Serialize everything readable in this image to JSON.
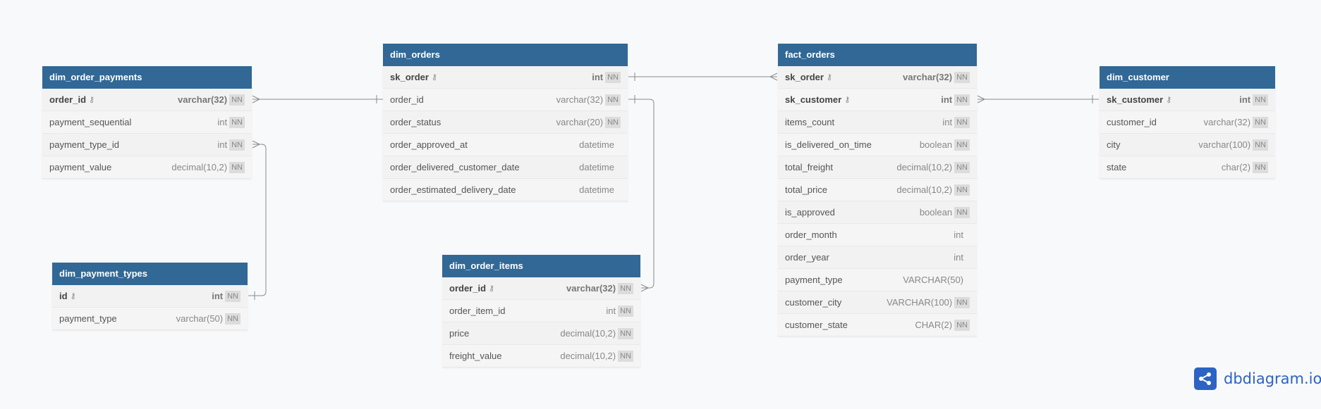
{
  "tables": [
    {
      "id": "dim_order_payments",
      "title": "dim_order_payments",
      "columns": [
        {
          "name": "order_id",
          "type": "varchar(32)",
          "pk": true,
          "nn": true
        },
        {
          "name": "payment_sequential",
          "type": "int",
          "pk": false,
          "nn": true
        },
        {
          "name": "payment_type_id",
          "type": "int",
          "pk": false,
          "nn": true
        },
        {
          "name": "payment_value",
          "type": "decimal(10,2)",
          "pk": false,
          "nn": true
        }
      ]
    },
    {
      "id": "dim_orders",
      "title": "dim_orders",
      "columns": [
        {
          "name": "sk_order",
          "type": "int",
          "pk": true,
          "nn": true
        },
        {
          "name": "order_id",
          "type": "varchar(32)",
          "pk": false,
          "nn": true
        },
        {
          "name": "order_status",
          "type": "varchar(20)",
          "pk": false,
          "nn": true
        },
        {
          "name": "order_approved_at",
          "type": "datetime",
          "pk": false,
          "nn": false
        },
        {
          "name": "order_delivered_customer_date",
          "type": "datetime",
          "pk": false,
          "nn": false
        },
        {
          "name": "order_estimated_delivery_date",
          "type": "datetime",
          "pk": false,
          "nn": false
        }
      ]
    },
    {
      "id": "fact_orders",
      "title": "fact_orders",
      "columns": [
        {
          "name": "sk_order",
          "type": "varchar(32)",
          "pk": true,
          "nn": true
        },
        {
          "name": "sk_customer",
          "type": "int",
          "pk": true,
          "nn": true
        },
        {
          "name": "items_count",
          "type": "int",
          "pk": false,
          "nn": true
        },
        {
          "name": "is_delivered_on_time",
          "type": "boolean",
          "pk": false,
          "nn": true
        },
        {
          "name": "total_freight",
          "type": "decimal(10,2)",
          "pk": false,
          "nn": true
        },
        {
          "name": "total_price",
          "type": "decimal(10,2)",
          "pk": false,
          "nn": true
        },
        {
          "name": "is_approved",
          "type": "boolean",
          "pk": false,
          "nn": true
        },
        {
          "name": "order_month",
          "type": "int",
          "pk": false,
          "nn": false
        },
        {
          "name": "order_year",
          "type": "int",
          "pk": false,
          "nn": false
        },
        {
          "name": "payment_type",
          "type": "VARCHAR(50)",
          "pk": false,
          "nn": false
        },
        {
          "name": "customer_city",
          "type": "VARCHAR(100)",
          "pk": false,
          "nn": true
        },
        {
          "name": "customer_state",
          "type": "CHAR(2)",
          "pk": false,
          "nn": true
        }
      ]
    },
    {
      "id": "dim_customer",
      "title": "dim_customer",
      "columns": [
        {
          "name": "sk_customer",
          "type": "int",
          "pk": true,
          "nn": true
        },
        {
          "name": "customer_id",
          "type": "varchar(32)",
          "pk": false,
          "nn": true
        },
        {
          "name": "city",
          "type": "varchar(100)",
          "pk": false,
          "nn": true
        },
        {
          "name": "state",
          "type": "char(2)",
          "pk": false,
          "nn": true
        }
      ]
    },
    {
      "id": "dim_payment_types",
      "title": "dim_payment_types",
      "columns": [
        {
          "name": "id",
          "type": "int",
          "pk": true,
          "nn": true
        },
        {
          "name": "payment_type",
          "type": "varchar(50)",
          "pk": false,
          "nn": true
        }
      ]
    },
    {
      "id": "dim_order_items",
      "title": "dim_order_items",
      "columns": [
        {
          "name": "order_id",
          "type": "varchar(32)",
          "pk": true,
          "nn": true
        },
        {
          "name": "order_item_id",
          "type": "int",
          "pk": false,
          "nn": true
        },
        {
          "name": "price",
          "type": "decimal(10,2)",
          "pk": false,
          "nn": true
        },
        {
          "name": "freight_value",
          "type": "decimal(10,2)",
          "pk": false,
          "nn": true
        }
      ]
    }
  ],
  "relationships": [
    {
      "from_table": "dim_order_payments",
      "from_column": "order_id",
      "from_card": "many",
      "to_table": "dim_orders",
      "to_column": "order_id",
      "to_card": "one"
    },
    {
      "from_table": "dim_orders",
      "from_column": "sk_order",
      "from_card": "one",
      "to_table": "fact_orders",
      "to_column": "sk_order",
      "to_card": "many"
    },
    {
      "from_table": "fact_orders",
      "from_column": "sk_customer",
      "from_card": "many",
      "to_table": "dim_customer",
      "to_column": "sk_customer",
      "to_card": "one"
    },
    {
      "from_table": "dim_order_payments",
      "from_column": "payment_type_id",
      "from_card": "many",
      "to_table": "dim_payment_types",
      "to_column": "id",
      "to_card": "one"
    },
    {
      "from_table": "dim_orders",
      "from_column": "order_id",
      "from_card": "one",
      "to_table": "dim_order_items",
      "to_column": "order_id",
      "to_card": "many"
    }
  ],
  "labels": {
    "not_null": "NN",
    "brand": "dbdiagram.io"
  },
  "icons": {
    "primary_key": "key-icon",
    "brand": "share-nodes-icon"
  },
  "colors": {
    "header": "#316896",
    "brand": "#2c63c4",
    "connector": "#8a8a8a"
  }
}
